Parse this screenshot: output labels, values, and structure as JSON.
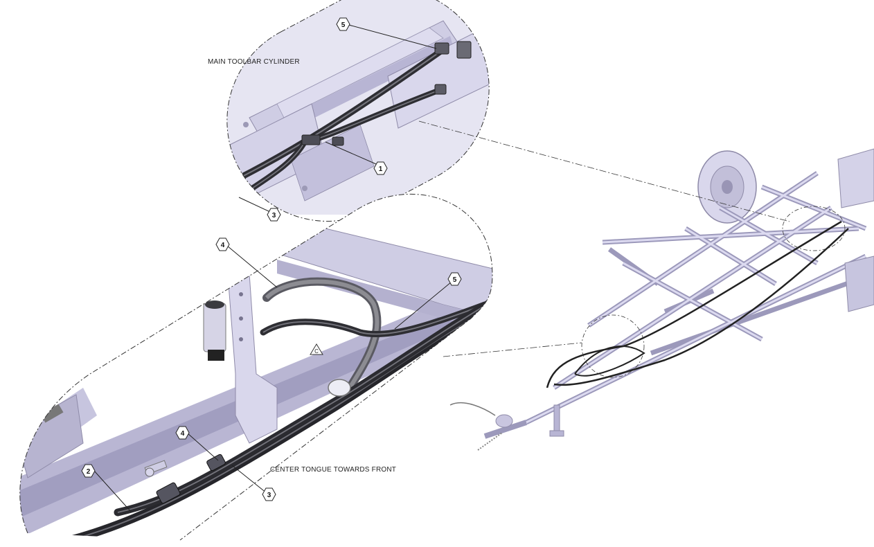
{
  "captions": {
    "main_toolbar_cylinder": "MAIN TOOLBAR CYLINDER",
    "center_tongue": "CENTER TONGUE TOWARDS FRONT"
  },
  "callouts": {
    "top_5": "5",
    "top_1": "1",
    "top_3": "3",
    "bottom_4_upper": "4",
    "bottom_5": "5",
    "bottom_4_lower": "4",
    "bottom_2": "2",
    "bottom_3": "3"
  },
  "reference_marker": "C",
  "colors": {
    "frame": "#c9c6e0",
    "frame_edge": "#8e8aa8",
    "hose": "#2e2e33",
    "hose_highlight": "#77777f",
    "hose_grey": "#8c8c92",
    "leader": "#333333"
  }
}
